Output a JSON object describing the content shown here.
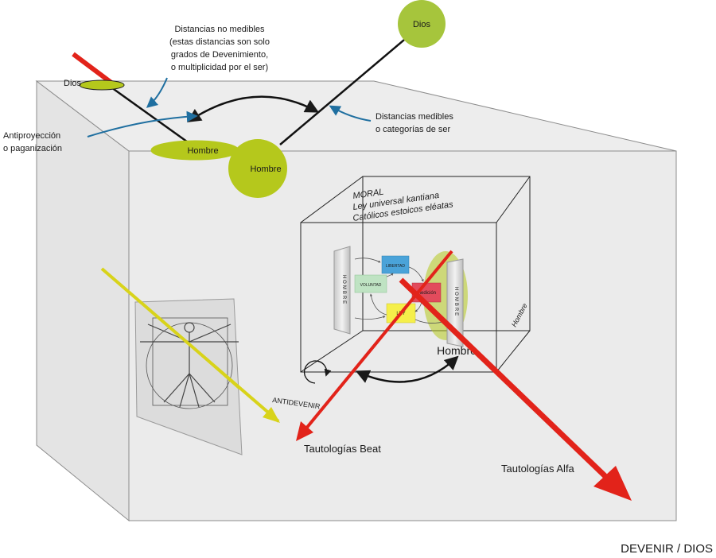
{
  "labels": {
    "dios_top": "Dios",
    "dios_left": "Dios",
    "hombre_small": "Hombre",
    "hombre_big": "Hombre",
    "no_medibles": [
      "Distancias no medibles",
      "(estas distancias son solo",
      "grados de Devenimiento,",
      "o multiplicidad por el ser)"
    ],
    "medibles": [
      "Distancias medibles",
      "o categorías de ser"
    ],
    "antiproyeccion": [
      "Antiproyección",
      "o paganización"
    ],
    "moral": [
      "MORAL",
      "Ley universal kantiana",
      "Católicos estoicos eléatas"
    ],
    "hombre_cube": "Hombre",
    "hombre_side": "Hombre",
    "hombre_vertical": "HOMBRE",
    "libertad": "LIBERTAD",
    "voluntad": "VOLUNTAD",
    "medicion": "Medición",
    "ley": "LEY",
    "antidevenir": "ANTIDEVENIR",
    "tautologias_beat": "Tautologías Beat",
    "tautologias_alfa": "Tautologías Alfa",
    "footer": "DEVENIR / DIOS"
  },
  "colors": {
    "room_fill": "#ebebeb",
    "room_side": "#e3e3e3",
    "room_stroke": "#8c8c8c",
    "green": "#b5c81c",
    "red": "#e2231a",
    "yellow": "#d8d31a",
    "blue_arrow": "#1f6fa0",
    "libertad": "#4aa3d9",
    "voluntad": "#bfe3c3",
    "medicion": "#e24b5c",
    "ley": "#f5ef4a"
  }
}
